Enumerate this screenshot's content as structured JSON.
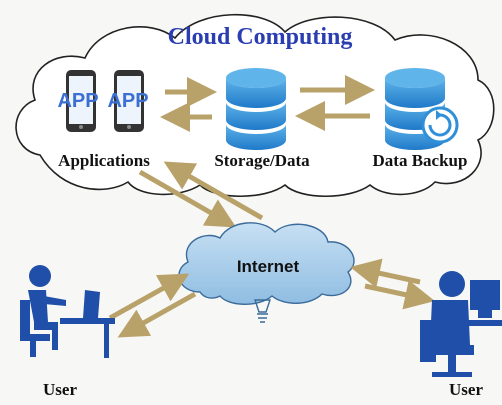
{
  "cloud": {
    "title": "Cloud Computing"
  },
  "nodes": {
    "applications": {
      "label": "Applications",
      "icon_text": "APP"
    },
    "storage": {
      "label": "Storage/Data"
    },
    "backup": {
      "label": "Data Backup"
    },
    "internet": {
      "label": "Internet"
    },
    "user_left": {
      "label": "User"
    },
    "user_right": {
      "label": "User"
    }
  },
  "colors": {
    "cloud_fill": "#ffffff",
    "cloud_stroke": "#222222",
    "title_blue": "#2a3eb1",
    "db_blue": "#2f8fd8",
    "db_light": "#5fb4ea",
    "person_blue": "#1f4fa8",
    "arrow_tan": "#b9a26a",
    "internet_fill": "#a9cdea"
  }
}
